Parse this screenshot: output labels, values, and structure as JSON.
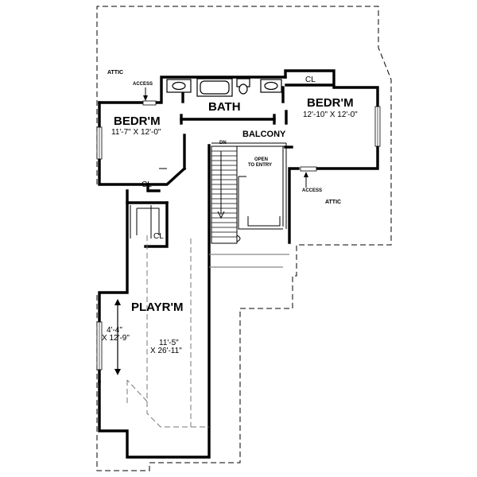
{
  "labels": {
    "attic_left": "ATTIC",
    "access_left": "ACCESS",
    "bath": "BATH",
    "bedroom_left_name": "BEDR'M",
    "bedroom_left_dims": "11'-7\" X 12'-0\"",
    "bedroom_right_name": "BEDR'M",
    "bedroom_right_dims": "12'-10\" X 12'-0\"",
    "cl_top": "CL",
    "balcony": "BALCONY",
    "dn": "DN",
    "open_line1": "OPEN",
    "open_line2": "TO ENTRY",
    "access_right": "ACCESS",
    "attic_right": "ATTIC",
    "cl_mid": "CL",
    "cl_lower": "CL",
    "playroom_name": "PLAYR'M",
    "alcove_dim_line1": "4'-4\"",
    "alcove_dim_line2": "X 12'-9\"",
    "playroom_dim_line1": "11'-5\"",
    "playroom_dim_line2": "X 26'-11\""
  }
}
